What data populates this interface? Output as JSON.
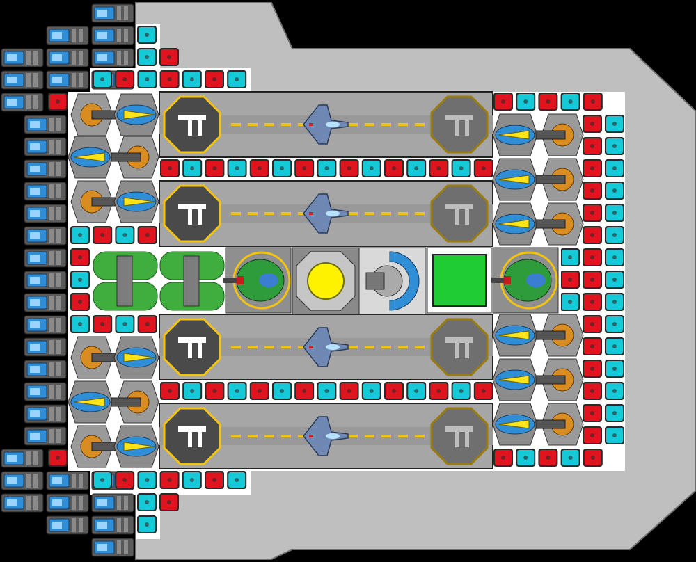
{
  "blueprint": {
    "hull_color": "#bfbfbf",
    "hull_outline": "#6e6e6e",
    "deck_color": "#ffffff",
    "red_block_color": "#e0141e",
    "cyan_block_color": "#15c9d6",
    "block_dark": "#2a2a2a",
    "pad_yellow": "#f2c313",
    "pad_grey": "#4a4a4a",
    "hangar_grey": "#a6a6a6",
    "core_yellow": "#fff200",
    "cargo_green": "#1fcc33",
    "tank_green": "#3fae3f",
    "thruster_blue": "#2f8ed6",
    "cannon_orange": "#d98c1f",
    "launcher_yellow": "#ffe41a"
  },
  "hangars": [
    {
      "name": "hangar-bay-1",
      "runway_icon": "fighter-icon",
      "pad_icon": "landing-pad-icon"
    },
    {
      "name": "hangar-bay-2",
      "runway_icon": "fighter-icon",
      "pad_icon": "landing-pad-icon"
    },
    {
      "name": "hangar-bay-3",
      "runway_icon": "fighter-icon",
      "pad_icon": "landing-pad-icon"
    },
    {
      "name": "hangar-bay-4",
      "runway_icon": "fighter-icon",
      "pad_icon": "landing-pad-icon"
    }
  ],
  "core_row": {
    "modules": [
      "fuel-tank-icon",
      "fuel-tank-icon",
      "green-cannon-icon",
      "reactor-core-icon",
      "shield-generator-icon",
      "cargo-bay-icon",
      "green-cannon-icon"
    ]
  },
  "icons": {
    "engine": "thruster-icon",
    "armor_red": "red-armor-block-icon",
    "armor_cyan": "cyan-armor-block-icon",
    "cannon": "cannon-turret-icon",
    "launcher": "missile-launcher-icon"
  }
}
